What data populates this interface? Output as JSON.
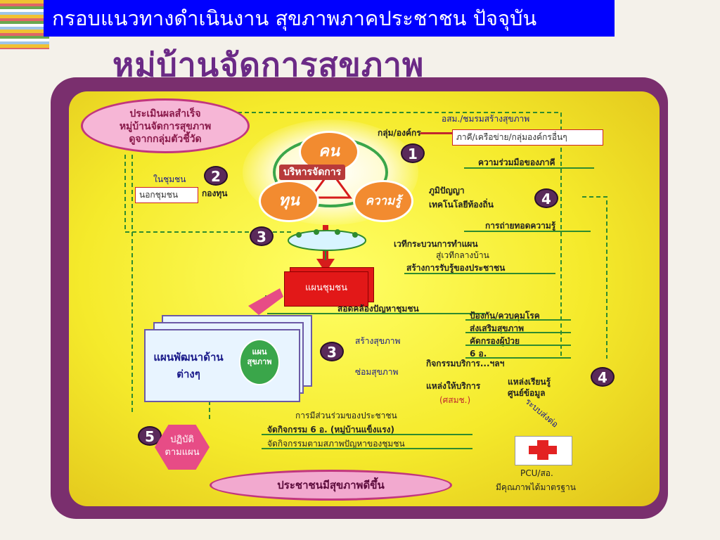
{
  "title_bar": "กรอบแนวทางดำเนินงาน  สุขภาพภาคประชาชน ปัจจุบัน",
  "heading": "หมู่บ้านจัดการสุขภาพ",
  "eval_oval": {
    "line1": "ประเมินผลสำเร็จ",
    "line2": "หมู่บ้านจัดการสุขภาพ",
    "line3": "ดูจากกลุ่มตัวชี้วัด"
  },
  "center": {
    "people": "คน",
    "money": "ทุน",
    "knowledge": "ความรู้",
    "management": "บริหารจัดการ"
  },
  "group_org": "กลุ่ม/องค์กร",
  "osm": "อสม./ชมรมสร้างสุขภาพ",
  "partners_box": "ภาคี/เครือข่าย/กลุ่มองค์กรอื่นๆ",
  "partner_cooperation": "ความร่วมมือของภาคี",
  "in_community": "ในชุมชน",
  "fund": "กองทุน",
  "outside_box": "นอกชุมชน",
  "wisdom": "ภูมิปัญญา",
  "local_tech": "เทคโนโลยีท้องถิ่น",
  "knowledge_transfer": "การถ่ายทอดความรู้",
  "planning_forum": "เวทีกระบวนการทำแผน",
  "village_forum": "สู่เวทีกลางบ้าน",
  "awareness": "สร้างการรับรู้ของประชาชน",
  "community_plan": "แผนชุมชน",
  "consistent": "สอดคล้องปัญหาชุมชน",
  "dev_plan": "แผนพัฒนาด้านต่างๆ",
  "health_plan": "แผนสุขภาพ",
  "build_health": "สร้างสุขภาพ",
  "repair_health": "ซ่อมสุขภาพ",
  "build_items": [
    "ป้องกัน/ควบคุมโรค",
    "ส่งเสริมสุขภาพ",
    "คัดกรองผู้ป่วย",
    "6 อ."
  ],
  "service_activity": "กิจกรรมบริการ...ฯลฯ",
  "service_points": "แหล่งให้บริการ",
  "learning_center": "แหล่งเรียนรู้",
  "data_center": "ศูนย์ข้อมูล",
  "pcc": "(ศสมช.)",
  "referral": "ระบบส่งต่อ",
  "participation": "การมีส่วนร่วมของประชาชน",
  "activity_6": "จัดกิจกรรม 6 อ. (หมู่บ้านแข็งแรง)",
  "activity_problem": "จัดกิจกรรมตามสภาพปัญหาของชุมชน",
  "implement": {
    "line1": "ปฏิบัติ",
    "line2": "ตามแผน"
  },
  "pcu": "PCU/สอ.",
  "standard": "มีคุณภาพได้มาตรฐาน",
  "result": "ประชาชนมีสุขภาพดีขึ้น",
  "numbers": {
    "n1": "1",
    "n2": "2",
    "n3": "3",
    "n4": "4",
    "n5": "5"
  },
  "colors": {
    "title_bg": "#0000ff",
    "frame": "#7a2f6e",
    "panel": "#f5ea2b",
    "arrow_red": "#c1282e",
    "heading": "#6b2a86"
  }
}
